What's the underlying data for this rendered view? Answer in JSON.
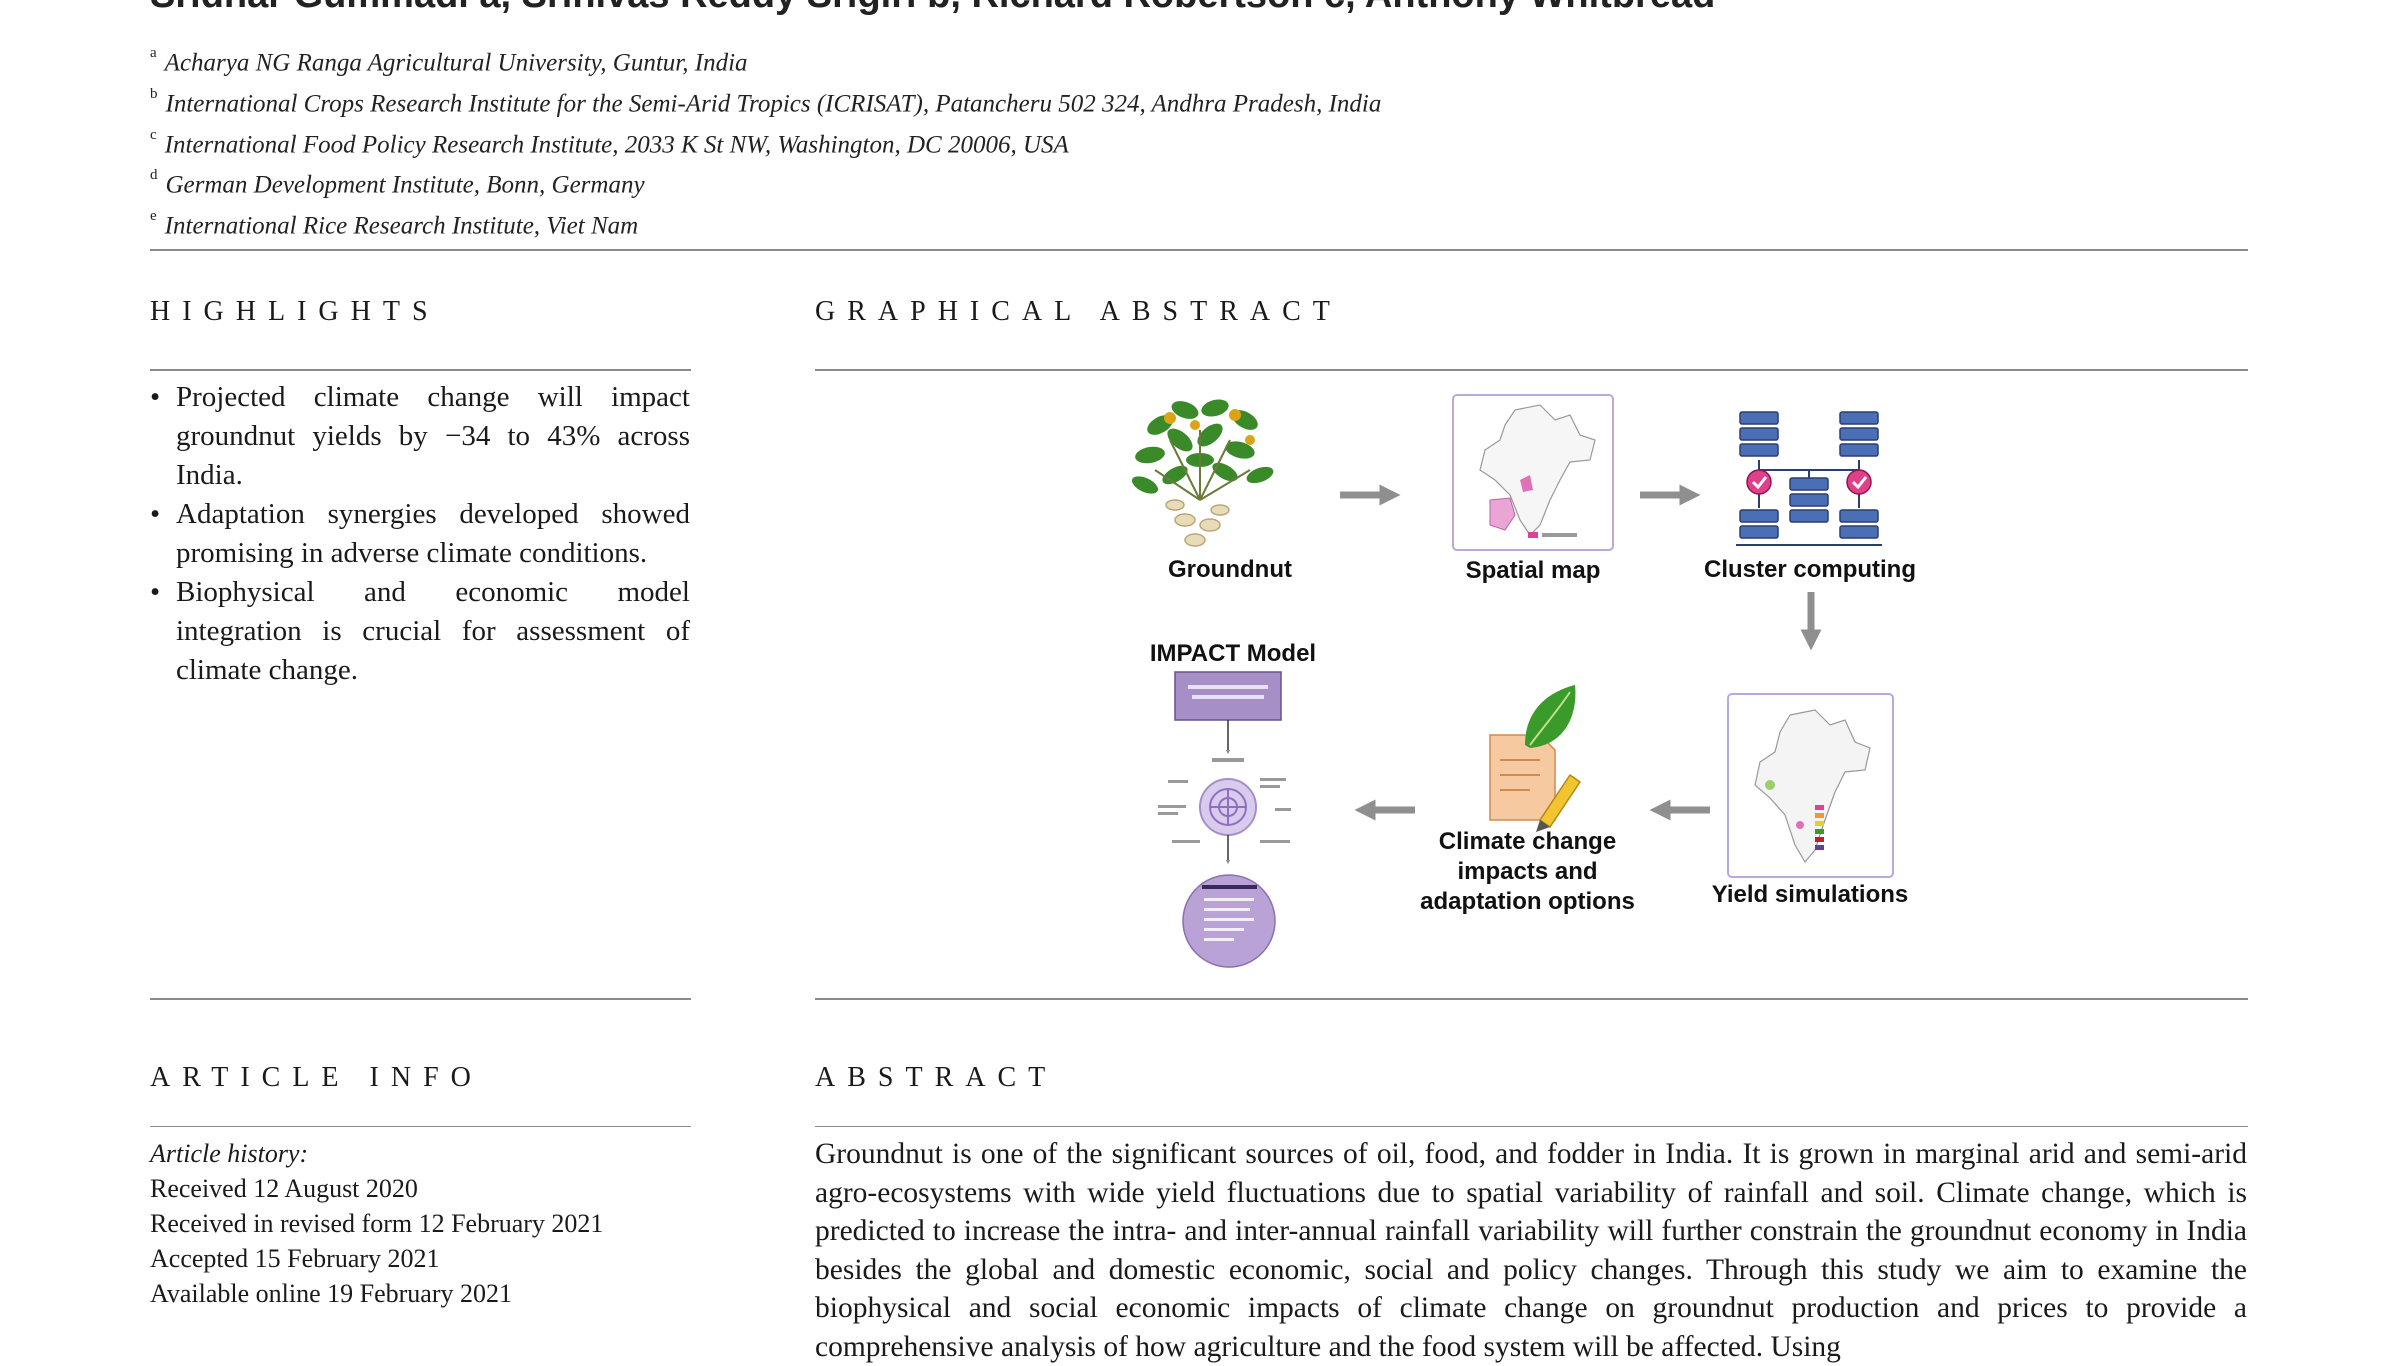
{
  "header": {
    "authors_line": "Sridhar Gummadi a, Srinivas Reddy Srigiri b, Richard Robertson c, Anthony Whitbread"
  },
  "affiliations": [
    {
      "mark": "a",
      "text": "Acharya NG Ranga Agricultural University, Guntur, India"
    },
    {
      "mark": "b",
      "text": "International Crops Research Institute for the Semi-Arid Tropics (ICRISAT), Patancheru 502 324, Andhra Pradesh, India"
    },
    {
      "mark": "c",
      "text": "International Food Policy Research Institute, 2033 K St NW, Washington, DC 20006, USA"
    },
    {
      "mark": "d",
      "text": "German Development Institute, Bonn, Germany"
    },
    {
      "mark": "e",
      "text": "International Rice Research Institute, Viet Nam"
    }
  ],
  "highlights": {
    "title": "HIGHLIGHTS",
    "items": [
      "Projected climate change will impact groundnut yields by −34 to 43% across India.",
      "Adaptation synergies developed showed promising in adverse climate conditions.",
      "Biophysical and economic model integration is crucial for assessment of climate change."
    ]
  },
  "graphical_abstract": {
    "title": "GRAPHICAL ABSTRACT",
    "labels": {
      "groundnut": "Groundnut",
      "spatial_map": "Spatial map",
      "cluster": "Cluster computing",
      "yield": "Yield simulations",
      "climate": "Climate change impacts and adaptation options",
      "impact": "IMPACT Model"
    },
    "colors": {
      "arrow": "#8f8f8f",
      "purple": "#a58fc6",
      "pink": "#e0409a",
      "server_blue": "#4a6fb5",
      "leaf_green": "#3a9a2a"
    }
  },
  "article_info": {
    "title": "ARTICLE INFO",
    "history_label": "Article history:",
    "history": [
      "Received 12 August 2020",
      "Received in revised form 12 February 2021",
      "Accepted 15 February 2021",
      "Available online 19 February 2021"
    ]
  },
  "abstract": {
    "title": "ABSTRACT",
    "text": "Groundnut is one of the significant sources of oil, food, and fodder in India. It is grown in marginal arid and semi-arid agro-ecosystems with wide yield fluctuations due to spatial variability of rainfall and soil. Climate change, which is predicted to increase the intra- and inter-annual rainfall variability will further constrain the groundnut economy in India besides the global and domestic economic, social and policy changes. Through this study we aim to examine the biophysical and social economic impacts of climate change on groundnut production and prices to provide a comprehensive analysis of how agriculture and the food system will be affected. Using"
  }
}
